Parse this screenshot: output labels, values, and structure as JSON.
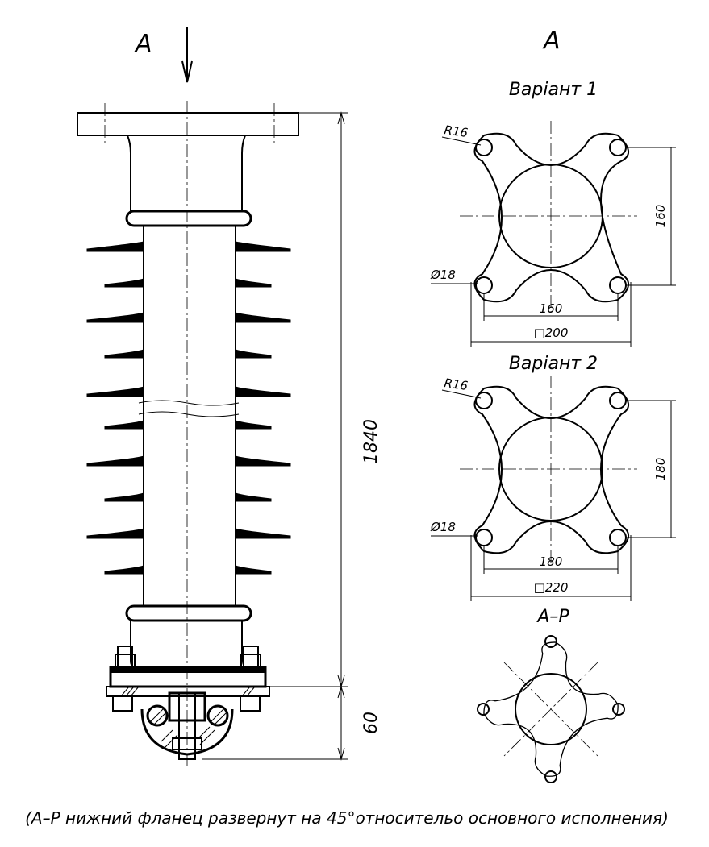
{
  "labels": {
    "view_a_left": "A",
    "view_a_right": "A",
    "variant1": "Варіант 1",
    "variant2": "Варіант 2",
    "view_ap": "А–Р",
    "note": "(А–Р нижний фланец развернут на 45°относительо основного исполнения)"
  },
  "dimensions": {
    "total_height": "1840",
    "bottom_height": "60",
    "v1_radius": "R16",
    "v1_hole": "Ø18",
    "v1_spacing_v": "160",
    "v1_spacing_h": "160",
    "v1_square": "□200",
    "v2_radius": "R16",
    "v2_hole": "Ø18",
    "v2_spacing_v": "180",
    "v2_spacing_h": "180",
    "v2_square": "□220"
  }
}
